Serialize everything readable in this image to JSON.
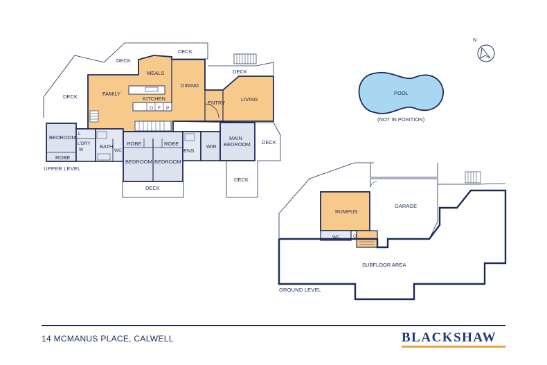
{
  "colors": {
    "ink": "#1b2a57",
    "living_fill": "#f7c98a",
    "bedroom_fill": "#dde2ee",
    "wet_fill": "#e4e8f0",
    "pool_fill": "#a9d6f1",
    "brand": "#1b3a7a",
    "brand_accent": "#e8a33d"
  },
  "upper": {
    "level_label": "UPPER LEVEL",
    "rooms": {
      "deck_nw": "DECK",
      "deck_top_left": "DECK",
      "deck_top_right": "DECK",
      "deck_right": "DECK",
      "deck_east": "DECK",
      "deck_south_left": "DECK",
      "deck_south_right": "DECK",
      "family": "FAMILY",
      "meals": "MEALS",
      "kitchen": "KITCHEN",
      "dining": "DINING",
      "entry": "ENTRY",
      "living": "LIVING",
      "bedroom_west": "BEDROOM",
      "robe_west": "ROBE",
      "l_top": "L",
      "l_dry": "L'DRY",
      "w_lower": "W",
      "bath": "BATH",
      "wc": "WC",
      "robe_mid_left": "ROBE",
      "robe_mid_right": "ROBE",
      "bedroom_mid_left": "BEDROOM",
      "bedroom_mid_right": "BEDROOM",
      "ens": "ENS",
      "wir": "WIR",
      "main_bedroom_1": "MAIN",
      "main_bedroom_2": "BEDROOM",
      "k_o": "O",
      "k_f": "F",
      "k_p": "P"
    }
  },
  "pool": {
    "label": "POOL",
    "note": "(NOT IN POSITION)"
  },
  "north": {
    "label": "N"
  },
  "ground": {
    "level_label": "GROUND LEVEL",
    "rooms": {
      "rumpus": "RUMPUS",
      "garage": "GARAGE",
      "wc": "WC",
      "o": "O",
      "subfloor": "SUBFLOOR AREA"
    }
  },
  "footer": {
    "address": "14 MCMANUS PLACE, CALWELL",
    "brand": "BLACKSHAW"
  }
}
